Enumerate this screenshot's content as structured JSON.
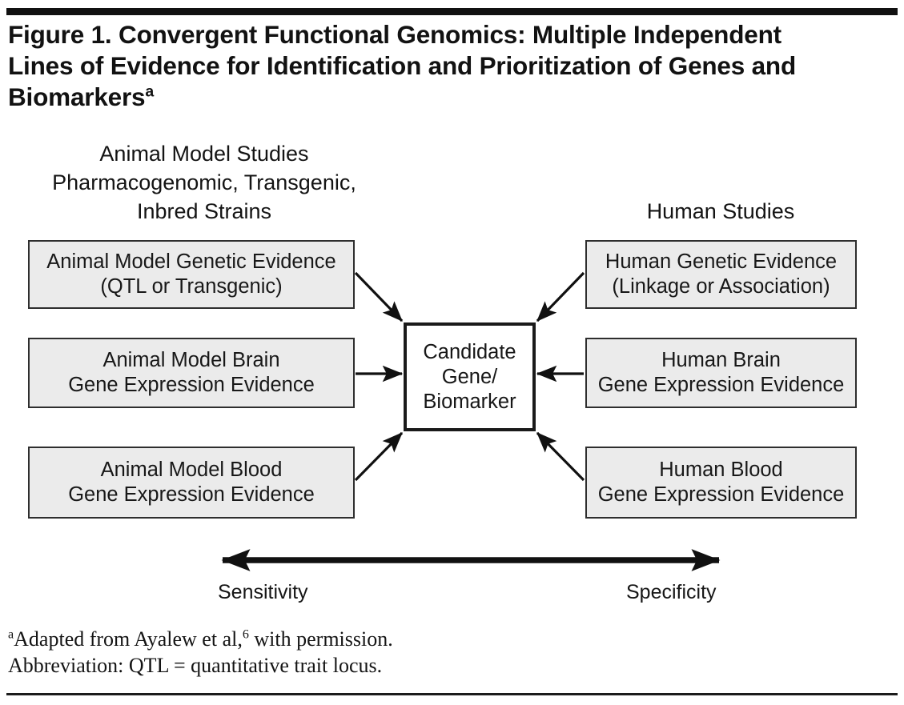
{
  "figure": {
    "title_line1": "Figure 1. Convergent Functional Genomics: Multiple Independent",
    "title_line2": "Lines of Evidence for Identification and Prioritization of Genes and",
    "title_line3": "Biomarkers",
    "title_superscript": "a",
    "title_full": "Figure 1. Convergent Functional Genomics: Multiple Independent Lines of Evidence for Identification and Prioritization of Genes and Biomarkersa"
  },
  "diagram": {
    "left_column_header": "Animal Model Studies\nPharmacogenomic, Transgenic,\nInbred Strains",
    "right_column_header": "Human Studies",
    "left_boxes": [
      {
        "label": "Animal Model Genetic Evidence\n(QTL or Transgenic)"
      },
      {
        "label": "Animal Model Brain\nGene Expression Evidence"
      },
      {
        "label": "Animal Model Blood\nGene Expression Evidence"
      }
    ],
    "right_boxes": [
      {
        "label": "Human Genetic Evidence\n(Linkage or Association)"
      },
      {
        "label": "Human Brain\nGene Expression Evidence"
      },
      {
        "label": "Human Blood\nGene Expression Evidence"
      }
    ],
    "center_box": {
      "label": "Candidate\nGene/\nBiomarker"
    },
    "axis": {
      "left_label": "Sensitivity",
      "right_label": "Specificity"
    }
  },
  "footnotes": {
    "marker_a": "a",
    "line1_text": "Adapted from Ayalew et al,",
    "line1_reference": "6",
    "line1_tail": " with permission.",
    "line2": "Abbreviation: QTL = quantitative trait locus."
  },
  "colors": {
    "box_fill": "#ebebeb",
    "box_border": "#2e2e2e",
    "center_fill": "#ffffff",
    "center_border": "#1a1a1a",
    "rule": "#111111",
    "text": "#141414"
  }
}
